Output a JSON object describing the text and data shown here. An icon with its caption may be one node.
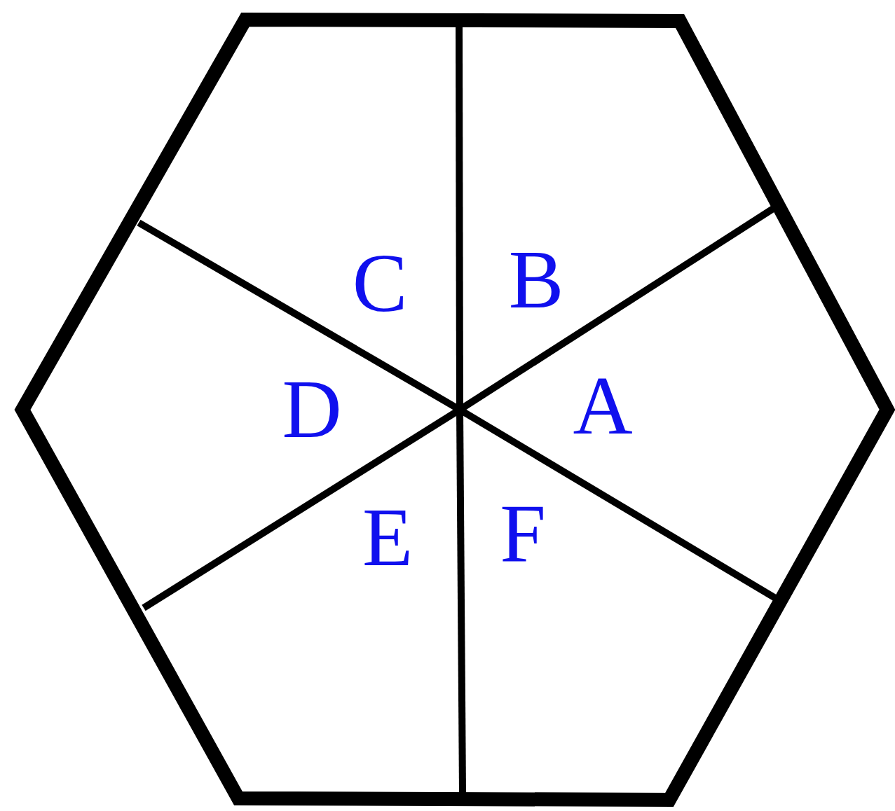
{
  "diagram": {
    "labels": [
      "C",
      "B",
      "D",
      "A",
      "E",
      "F"
    ]
  }
}
